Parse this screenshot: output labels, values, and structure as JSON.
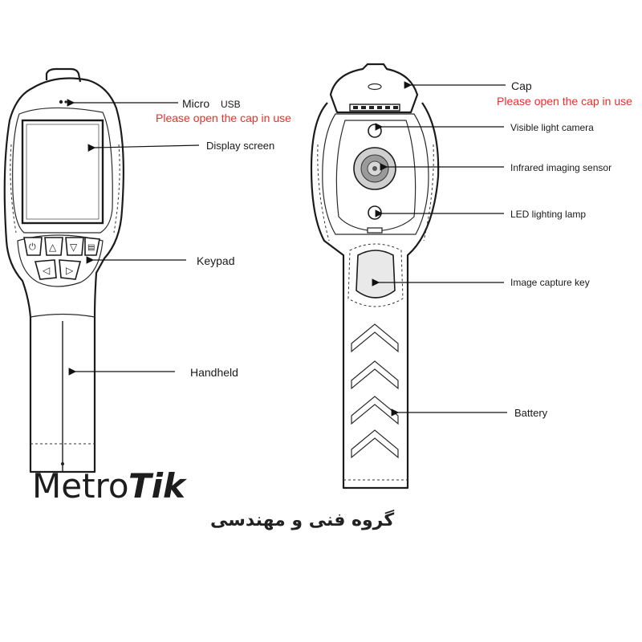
{
  "labels": {
    "micro_usb_a": "Micro",
    "micro_usb_b": "USB",
    "cap_note_left": "Please open the cap in use",
    "display_screen": "Display screen",
    "keypad": "Keypad",
    "handheld": "Handheld",
    "cap": "Cap",
    "cap_note_right": "Please open the cap in use",
    "visible_light_camera": "Visible light camera",
    "infrared_sensor": "Infrared imaging sensor",
    "led_lamp": "LED lighting lamp",
    "image_capture_key": "Image capture key",
    "battery": "Battery"
  },
  "brand": {
    "name_part1": "Metro",
    "name_part2": "Tik",
    "subtitle": "گروه فنی و مهندسی"
  },
  "colors": {
    "accent_red": "#e8302a",
    "line": "#1c1c1c"
  },
  "icons": [
    "power-icon",
    "up-arrow-icon",
    "down-arrow-icon",
    "menu-icon",
    "left-arrow-icon",
    "right-arrow-icon"
  ]
}
